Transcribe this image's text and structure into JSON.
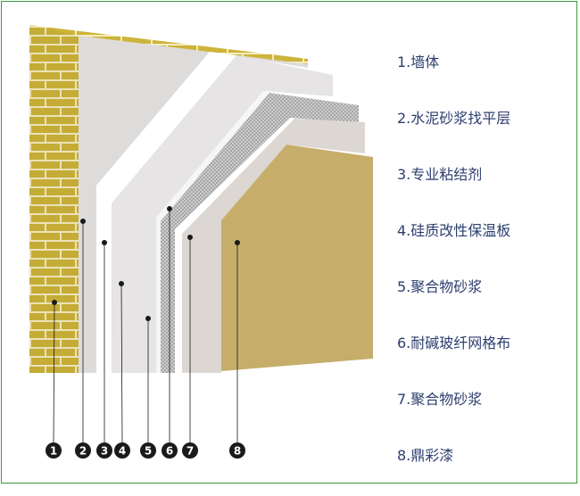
{
  "layers": [
    {
      "num": "1",
      "label": "1.墙体"
    },
    {
      "num": "2",
      "label": "2.水泥砂浆找平层"
    },
    {
      "num": "3",
      "label": "3.专业粘结剂"
    },
    {
      "num": "4",
      "label": "4.硅质改性保温板"
    },
    {
      "num": "5",
      "label": "5.聚合物砂浆"
    },
    {
      "num": "6",
      "label": "6.耐碱玻纤网格布"
    },
    {
      "num": "7",
      "label": "7.聚合物砂浆"
    },
    {
      "num": "8",
      "label": "8.鼎彩漆"
    }
  ],
  "colors": {
    "brick": "#cdb43a",
    "mortar": "#f5ecc0",
    "plaster": "#dedbdb",
    "adhesive": "#ffffff",
    "board": "#e6e4e4",
    "mesh": "#b9b9b9",
    "polymer": "#dcd7d2",
    "paint": "#c6ad6a",
    "marker": "#1a1a1a",
    "legend_text": "#2c3e6e",
    "frame": "#3a9a3a"
  }
}
